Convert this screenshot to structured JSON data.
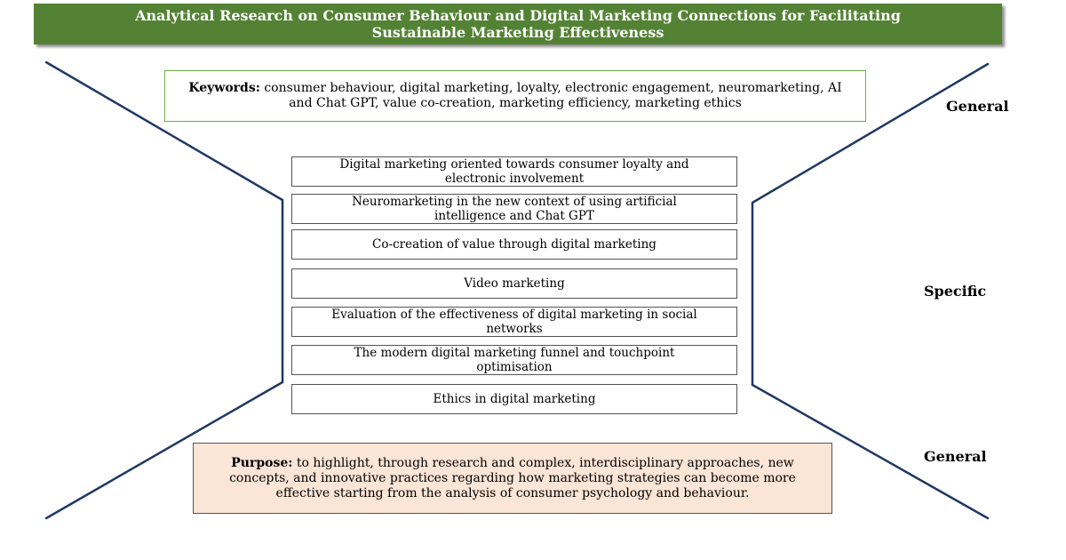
{
  "title": {
    "line1": "Analytical Research on Consumer Behaviour and Digital Marketing Connections for Facilitating",
    "line2": "Sustainable Marketing Effectiveness"
  },
  "keywords": {
    "label": "Keywords:",
    "text": " consumer behaviour, digital marketing, loyalty, electronic engagement, neuromarketing, AI and Chat GPT, value co-creation, marketing efficiency, marketing ethics"
  },
  "topics": [
    "Digital marketing oriented towards consumer loyalty and electronic involvement",
    "Neuromarketing in the new context of using artificial intelligence and Chat GPT",
    "Co-creation of value through digital marketing",
    "Video marketing",
    "Evaluation of the effectiveness of digital marketing in social networks",
    "The modern digital marketing funnel and touchpoint optimisation",
    "Ethics in digital marketing"
  ],
  "side_labels": {
    "top": "General",
    "middle": "Specific",
    "bottom": "General"
  },
  "purpose": {
    "label": "Purpose:",
    "text": " to highlight, through research and complex, interdisciplinary approaches, new concepts, and innovative practices regarding how marketing strategies can become more effective starting from the analysis of consumer psychology and behaviour."
  },
  "colors": {
    "banner": "#548235",
    "keywords_border": "#70ad47",
    "purpose_fill": "#fbe5d6",
    "lines": "#1f3864"
  }
}
